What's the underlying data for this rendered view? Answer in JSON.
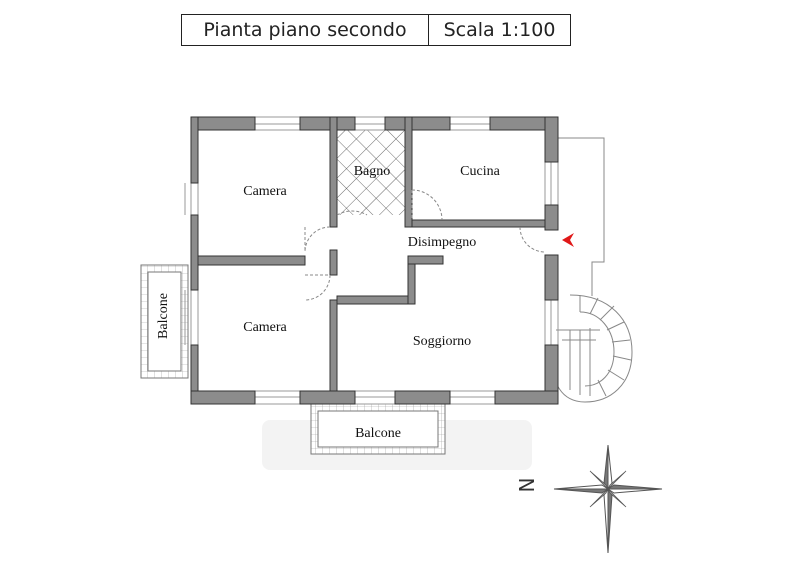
{
  "header": {
    "plan_title": "Pianta piano secondo",
    "scale_label": "Scala 1:100"
  },
  "rooms": {
    "camera_top": "Camera",
    "bagno": "Bagno",
    "cucina": "Cucina",
    "disimpegno": "Disimpegno",
    "camera_bottom": "Camera",
    "soggiorno": "Soggiorno",
    "balcone_left": "Balcone",
    "balcone_bottom": "Balcone"
  },
  "compass": {
    "north_letter": "N"
  },
  "colors": {
    "wall_fill": "#8c8c8c",
    "wall_stroke": "#333333",
    "entry_arrow": "#e01818"
  }
}
